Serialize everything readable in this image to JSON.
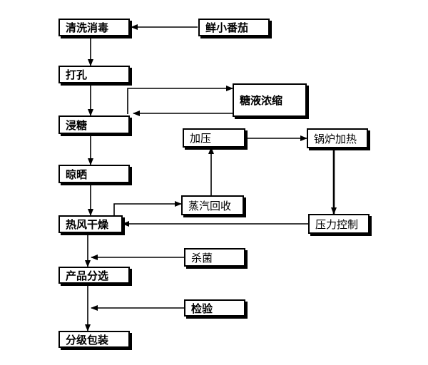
{
  "diagram": {
    "nodes": {
      "wash": "清洗消毒",
      "tomato": "鲜小番茄",
      "pierce": "打孔",
      "syrup_concentrate": "糖液浓缩",
      "soak_sugar": "浸糖",
      "pressurize": "加压",
      "boiler_heat": "锅炉加热",
      "air_dry": "晾晒",
      "steam_recovery": "蒸汽回收",
      "hot_air_dry": "热风干燥",
      "pressure_control": "压力控制",
      "sterilize": "杀菌",
      "sorting": "产品分选",
      "inspection": "检验",
      "grading_packing": "分级包装"
    }
  }
}
